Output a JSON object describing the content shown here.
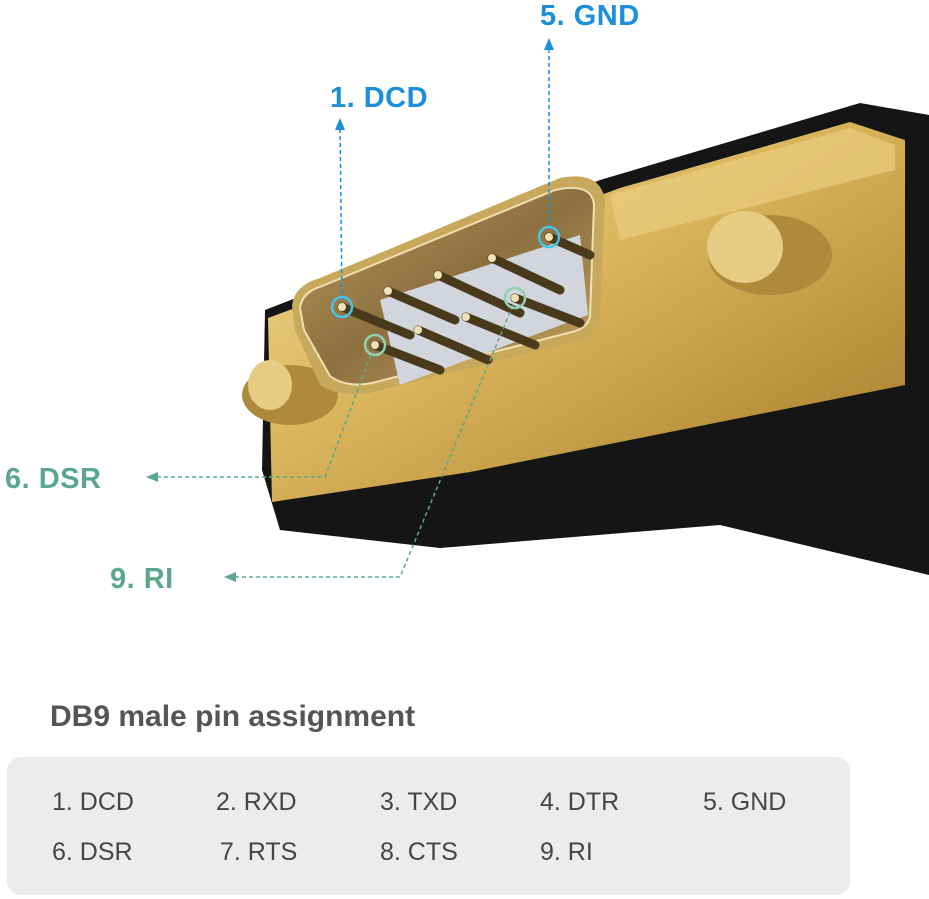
{
  "callouts": {
    "dcd": "1.  DCD",
    "gnd": "5.  GND",
    "dsr": "6.  DSR",
    "ri": "9.  RI"
  },
  "colors": {
    "blue_label": "#1b8fd8",
    "green_label": "#5aa889",
    "gold": "#d9b45a",
    "body": "#151515"
  },
  "table": {
    "title": "DB9 male pin assignment",
    "pins": [
      "1. DCD",
      "2. RXD",
      "3. TXD",
      "4. DTR",
      "5. GND",
      "6. DSR",
      "7. RTS",
      "8. CTS",
      "9. RI"
    ]
  }
}
